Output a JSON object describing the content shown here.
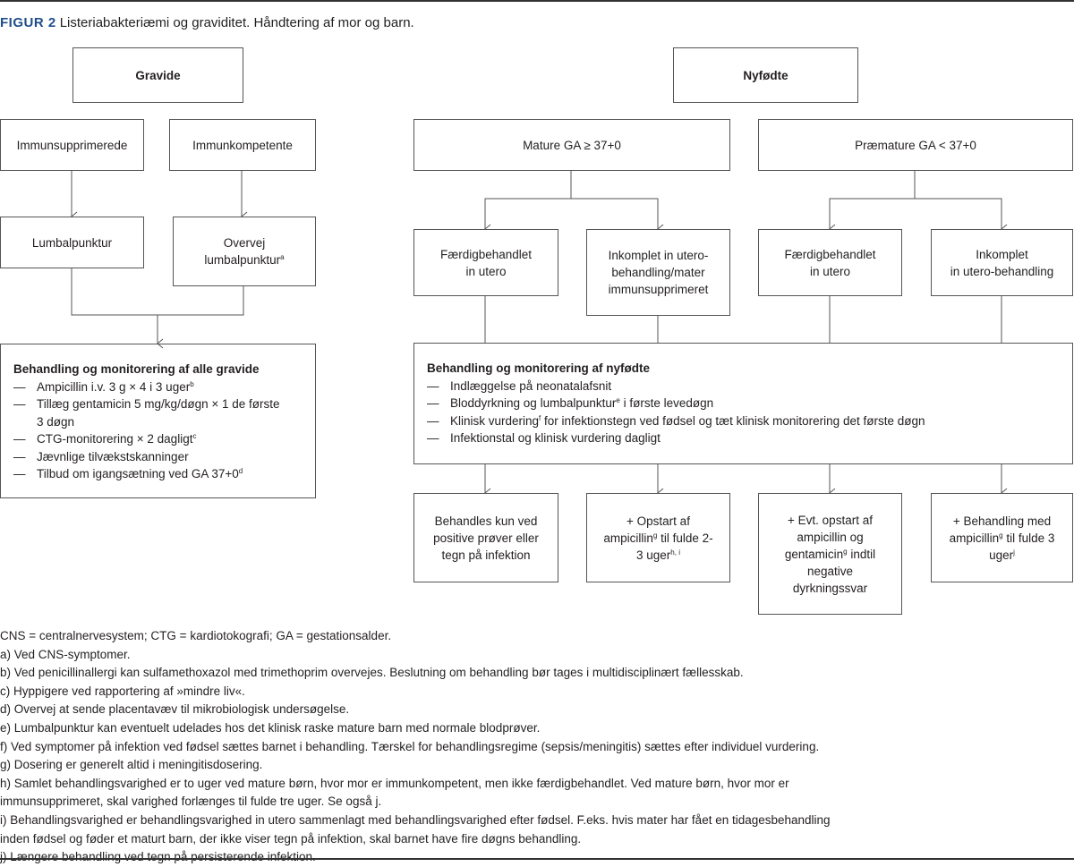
{
  "figure": {
    "label": "FIGUR 2",
    "title": "Listeriabakteriæmi og graviditet. Håndtering af mor og barn."
  },
  "colors": {
    "accent": "#1f4e8c",
    "line": "#555555"
  },
  "left": {
    "root": "Gravide",
    "immunsupprimerede": "Immunsupprimerede",
    "immunkompetente": "Immunkompetente",
    "lumbalpunktur": "Lumbalpunktur",
    "overvej": {
      "line1": "Overvej",
      "line2": "lumbalpunktur",
      "sup": "a"
    },
    "treatment": {
      "heading": "Behandling og monitorering af alle gravide",
      "items": [
        {
          "text": "Ampicillin i.v. 3 g × 4 i 3 uger",
          "sup": "b"
        },
        {
          "text": "Tillæg gentamicin 5 mg/kg/døgn × 1 de første 3 døgn",
          "sup": ""
        },
        {
          "text": "CTG-monitorering × 2 dagligt",
          "sup": "c"
        },
        {
          "text": "Jævnlige tilvækstskanninger",
          "sup": ""
        },
        {
          "text": "Tilbud om igangsætning ved GA 37+0",
          "sup": "d"
        }
      ]
    }
  },
  "right": {
    "root": "Nyfødte",
    "mature": "Mature GA ≥ 37+0",
    "premature": "Præmature GA < 37+0",
    "row2": [
      {
        "line1": "Færdigbehandlet",
        "line2": "in utero",
        "line3": ""
      },
      {
        "line1": "Inkomplet in utero-",
        "line2": "behandling/mater",
        "line3": "immunsupprimeret"
      },
      {
        "line1": "Færdigbehandlet",
        "line2": "in utero",
        "line3": ""
      },
      {
        "line1": "Inkomplet",
        "line2": "in utero-behandling",
        "line3": ""
      }
    ],
    "treatment": {
      "heading": "Behandling og monitorering af nyfødte",
      "items": [
        {
          "text": "Indlæggelse på neonatalafsnit",
          "sup": "",
          "after": ""
        },
        {
          "text": "Bloddyrkning og lumbalpunktur",
          "sup": "e",
          "after": " i første levedøgn"
        },
        {
          "text": "Klinisk vurdering",
          "sup": "f",
          "after": " for infektionstegn ved fødsel og tæt klinisk monitorering det første døgn"
        },
        {
          "text": "Infektionstal og klinisk vurdering dagligt",
          "sup": "",
          "after": ""
        }
      ]
    },
    "row4": [
      {
        "a": "Behandles kun ved positive prøver eller tegn på infektion",
        "sup1": "",
        "b": "",
        "sup2": ""
      },
      {
        "a": "+ Opstart af ampicillin",
        "sup1": "g",
        "b": " til fulde 2-3 uger",
        "sup2": "h, i"
      },
      {
        "a": "+ Evt. opstart af ampicillin og gentamicin",
        "sup1": "g",
        "b": " indtil negative dyrkningssvar",
        "sup2": ""
      },
      {
        "a": "+ Behandling med ampicillin",
        "sup1": "g",
        "b": " til fulde 3 uger",
        "sup2": "j"
      }
    ]
  },
  "notes": [
    "CNS = centralnervesystem; CTG = kardiotokografi; GA = gestationsalder.",
    "a) Ved CNS-symptomer.",
    "b) Ved penicillinallergi kan sulfamethoxazol med trimethoprim overvejes. Beslutning om behandling bør tages i multidisciplinært fællesskab.",
    "c) Hyppigere ved rapportering af »mindre liv«.",
    "d) Overvej at sende placentavæv til mikrobiologisk undersøgelse.",
    "e) Lumbalpunktur kan eventuelt udelades hos det klinisk raske mature barn med normale blodprøver.",
    "f) Ved symptomer på infektion ved fødsel sættes barnet i behandling. Tærskel for behandlingsregime (sepsis/meningitis) sættes efter individuel vurdering.",
    "g) Dosering er generelt altid i meningitisdosering.",
    "h) Samlet behandlingsvarighed er to uger ved mature børn, hvor mor er immunkompetent, men ikke færdigbehandlet. Ved mature børn, hvor mor er\nimmunsupprimeret, skal varighed forlænges til fulde tre uger. Se også j.",
    "i) Behandlingsvarighed er behandlingsvarighed in utero sammenlagt med behandlingsvarighed efter fødsel. F.eks. hvis mater har fået en tidagesbehandling\ninden fødsel og føder et maturt barn, der ikke viser tegn på infektion, skal barnet have fire døgns behandling.",
    "j) Længere behandling ved tegn på persisterende infektion."
  ]
}
